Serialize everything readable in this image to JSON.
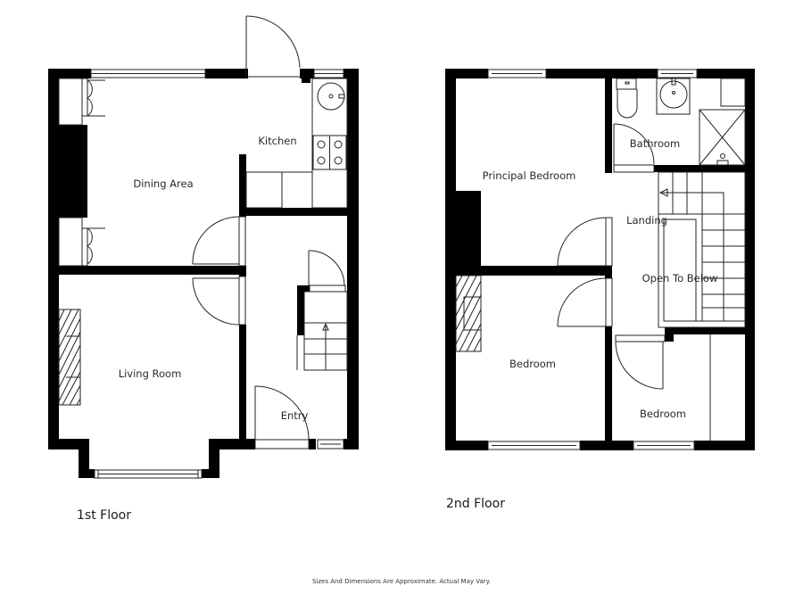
{
  "floors": [
    {
      "label": "1st Floor",
      "rooms": [
        {
          "name": "Dining Area"
        },
        {
          "name": "Kitchen"
        },
        {
          "name": "Living Room"
        },
        {
          "name": "Entry"
        }
      ]
    },
    {
      "label": "2nd Floor",
      "rooms": [
        {
          "name": "Principal Bedroom"
        },
        {
          "name": "Bathroom"
        },
        {
          "name": "Landing"
        },
        {
          "name": "Open To Below"
        },
        {
          "name": "Bedroom"
        },
        {
          "name": "Bedroom"
        }
      ]
    }
  ],
  "disclaimer": "Sizes And Dimensions Are Approximate. Actual May Vary.",
  "colors": {
    "wall": "#000000",
    "line": "#222222",
    "background": "#ffffff"
  }
}
